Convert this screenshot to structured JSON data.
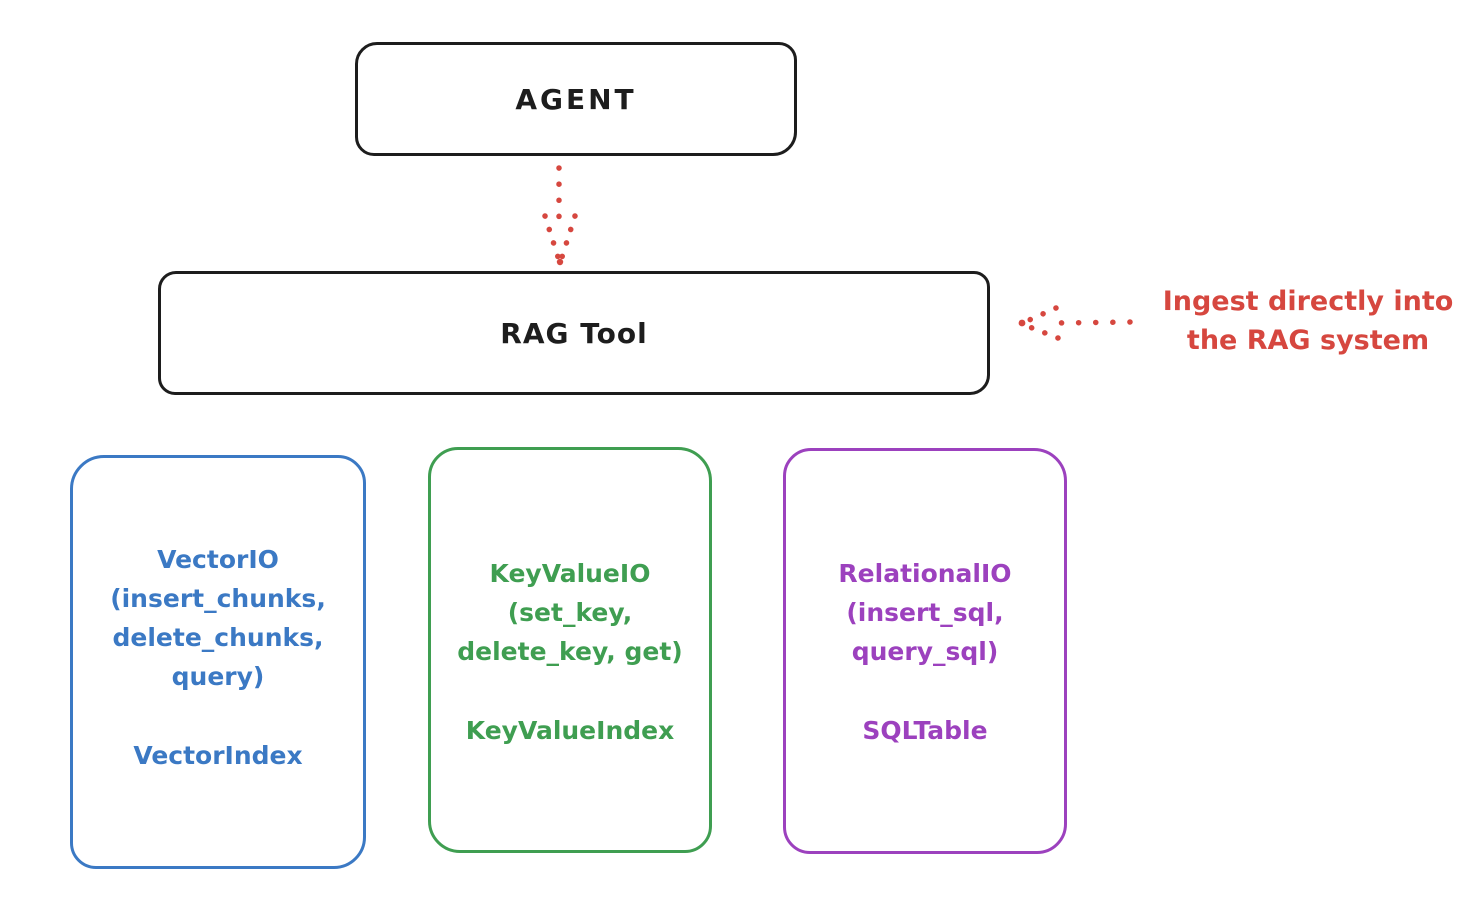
{
  "diagram": {
    "agent": {
      "label": "AGENT"
    },
    "rag_tool": {
      "label": "RAG Tool"
    },
    "annotation": {
      "line1": "Ingest directly into",
      "line2": "the RAG system"
    },
    "boxes": {
      "vector": {
        "title": "VectorIO",
        "params": [
          "(insert_chunks,",
          "delete_chunks,",
          "query)"
        ],
        "index": "VectorIndex"
      },
      "keyvalue": {
        "title": "KeyValueIO",
        "params": [
          "(set_key,",
          "delete_key, get)"
        ],
        "index": "KeyValueIndex"
      },
      "relational": {
        "title": "RelationalIO",
        "params": [
          "(insert_sql,",
          "query_sql)"
        ],
        "index": "SQLTable"
      }
    },
    "colors": {
      "ink": "#1d1d1d",
      "red": "#d6473f",
      "blue": "#3b79c4",
      "green": "#3f9e51",
      "purple": "#9c41be"
    }
  }
}
